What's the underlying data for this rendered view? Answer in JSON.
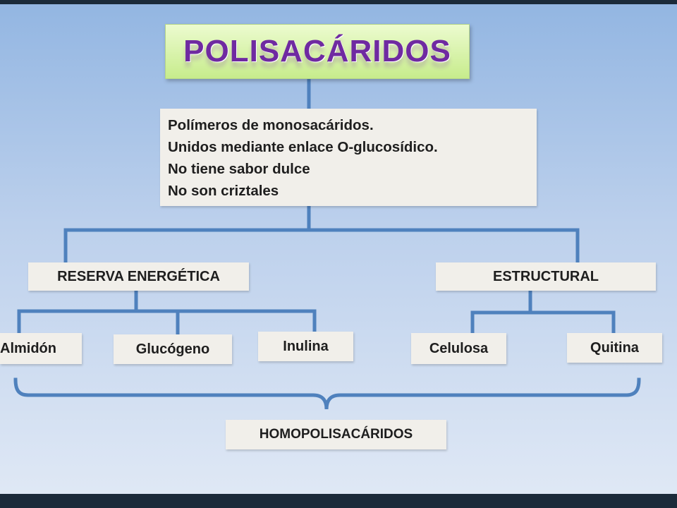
{
  "diagram": {
    "title": "POLISACÁRIDOS",
    "description_lines": [
      "Polímeros de monosacáridos.",
      "Unidos mediante enlace O-glucosídico.",
      "No tiene sabor dulce",
      "No son criztales"
    ],
    "categories": [
      {
        "label": "RESERVA ENERGÉTICA",
        "items": [
          "Almidón",
          "Glucógeno",
          "Inulina"
        ]
      },
      {
        "label": "ESTRUCTURAL",
        "items": [
          "Celulosa",
          "Quitina"
        ]
      }
    ],
    "group_label": "HOMOPOLISACÁRIDOS"
  },
  "colors": {
    "connector": "#4f81bd",
    "title_text": "#6f2aa1",
    "title_bg": "#d4f2a4",
    "box_bg": "#f1efea"
  }
}
